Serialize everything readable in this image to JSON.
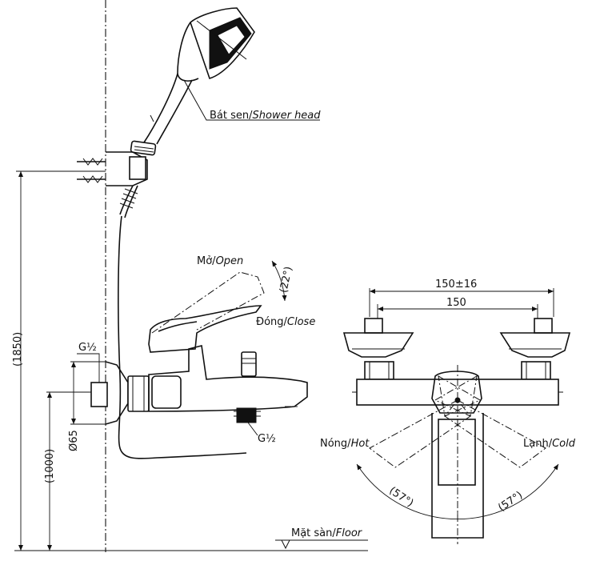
{
  "labels": {
    "shower_head_vi": "Bát sen/",
    "shower_head_en": "Shower head",
    "open_vi": "Mở/",
    "open_en": "Open",
    "open_angle": "(22°)",
    "close_vi": "Đóng/",
    "close_en": "Close",
    "inlet_thread": "G½",
    "outlet_thread": "G½",
    "flange_diameter": "Ø65",
    "total_height": "(1850)",
    "mount_height": "(1000)",
    "floor_vi": "Mặt sàn/",
    "floor_en": "Floor",
    "spacing_tolerance": "150±16",
    "spacing": "150",
    "hot_vi": "Nóng/",
    "hot_en": "Hot",
    "cold_vi": "Lạnh/",
    "cold_en": "Cold",
    "hot_angle": "(57°)",
    "cold_angle": "(57°)"
  }
}
